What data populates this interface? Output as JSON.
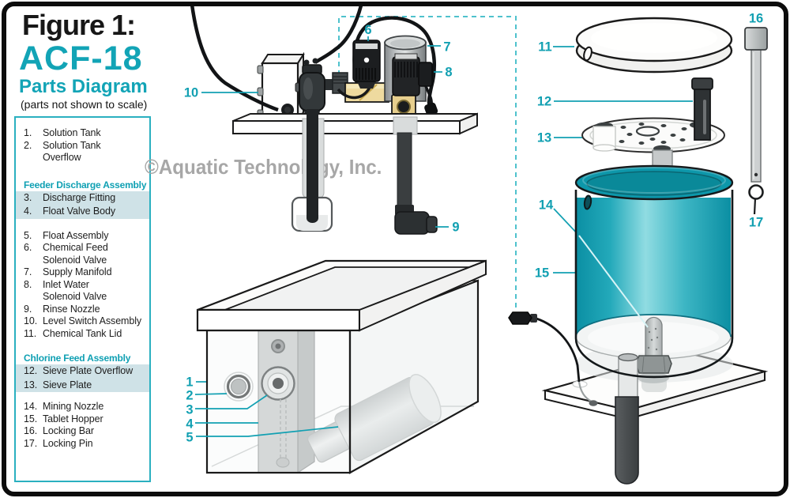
{
  "title": {
    "figure": "Figure 1:",
    "model": "ACF-18",
    "subtitle": "Parts Diagram",
    "note": "(parts not shown to scale)"
  },
  "watermark": "©Aquatic Technology, Inc.",
  "parts_list": {
    "intro_items": [
      {
        "num": "1.",
        "label": "Solution Tank"
      },
      {
        "num": "2.",
        "label": "Solution Tank\nOverflow"
      }
    ],
    "feeder": {
      "header": "Feeder Discharge Assembly",
      "highlighted": [
        {
          "num": "3.",
          "label": "Discharge Fitting"
        },
        {
          "num": "4.",
          "label": "Float Valve Body"
        }
      ],
      "items": [
        {
          "num": "5.",
          "label": "Float Assembly"
        },
        {
          "num": "6.",
          "label": "Chemical Feed\nSolenoid Valve"
        },
        {
          "num": "7.",
          "label": "Supply Manifold"
        },
        {
          "num": "8.",
          "label": "Inlet Water\nSolenoid Valve"
        },
        {
          "num": "9.",
          "label": "Rinse Nozzle"
        },
        {
          "num": "10.",
          "label": "Level Switch Assembly"
        },
        {
          "num": "11.",
          "label": "Chemical Tank Lid"
        }
      ]
    },
    "chlorine": {
      "header": "Chlorine Feed Assembly",
      "highlighted": [
        {
          "num": "12.",
          "label": "Sieve Plate Overflow"
        },
        {
          "num": "13.",
          "label": "Sieve Plate"
        }
      ],
      "items": [
        {
          "num": "14.",
          "label": "Mining Nozzle"
        },
        {
          "num": "15.",
          "label": "Tablet Hopper"
        },
        {
          "num": "16.",
          "label": "Locking Bar"
        },
        {
          "num": "17.",
          "label": "Locking Pin"
        }
      ]
    }
  },
  "callouts": {
    "c1": "1",
    "c2": "2",
    "c3": "3",
    "c4": "4",
    "c5": "5",
    "c6": "6",
    "c7": "7",
    "c8": "8",
    "c9": "9",
    "c10": "10",
    "c11": "11",
    "c12": "12",
    "c13": "13",
    "c14": "14",
    "c15": "15",
    "c16": "16",
    "c17": "17"
  },
  "colors": {
    "teal_heading": "#12a4b6",
    "callout_teal": "#12a0b2",
    "list_highlight": "#cfe2e7",
    "list_border": "#2ab0c0",
    "tank_teal": "#17a9ba",
    "frame_black": "#0c0c0c",
    "watermark_gray": "#a7a7a7"
  }
}
